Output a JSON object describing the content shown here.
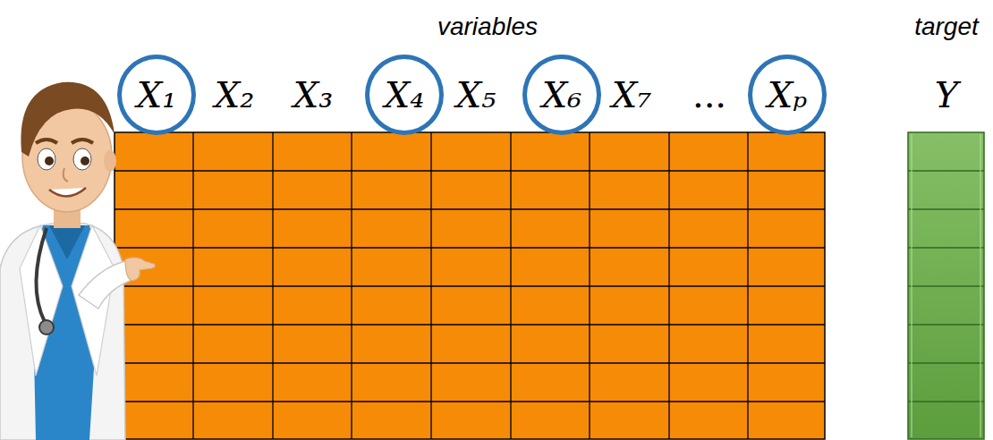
{
  "diagram": {
    "nodes": [
      {
        "text": [
          "X₁"
        ]
      },
      {
        "text": [
          "X₄"
        ]
      },
      {
        "text": [
          "X₆"
        ]
      },
      {
        "text": [
          "Xₚ"
        ]
      }
    ],
    "labels": [
      "variables",
      "target",
      "X₂",
      "X₃",
      "X₅",
      "X₇",
      "...",
      "Y"
    ]
  }
}
